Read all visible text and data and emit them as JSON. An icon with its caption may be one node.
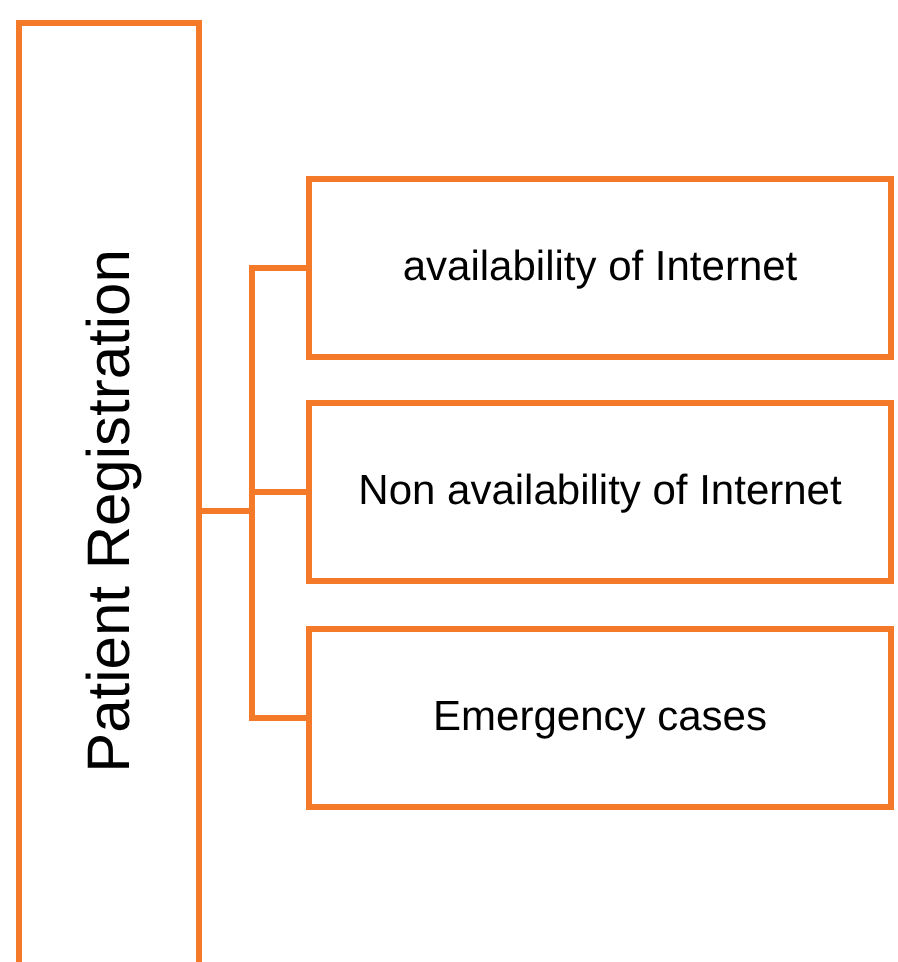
{
  "diagram": {
    "nodes": [
      {
        "text": [
          "Patient Registration"
        ]
      },
      {
        "text": [
          "availability of Internet"
        ]
      },
      {
        "text": [
          "Non availability of Internet"
        ]
      },
      {
        "text": [
          "Emergency cases"
        ]
      }
    ],
    "edges": [
      {
        "from": 0,
        "to": 1,
        "arrow": "none"
      },
      {
        "from": 0,
        "to": 2,
        "arrow": "none"
      },
      {
        "from": 0,
        "to": 3,
        "arrow": "none"
      }
    ]
  }
}
